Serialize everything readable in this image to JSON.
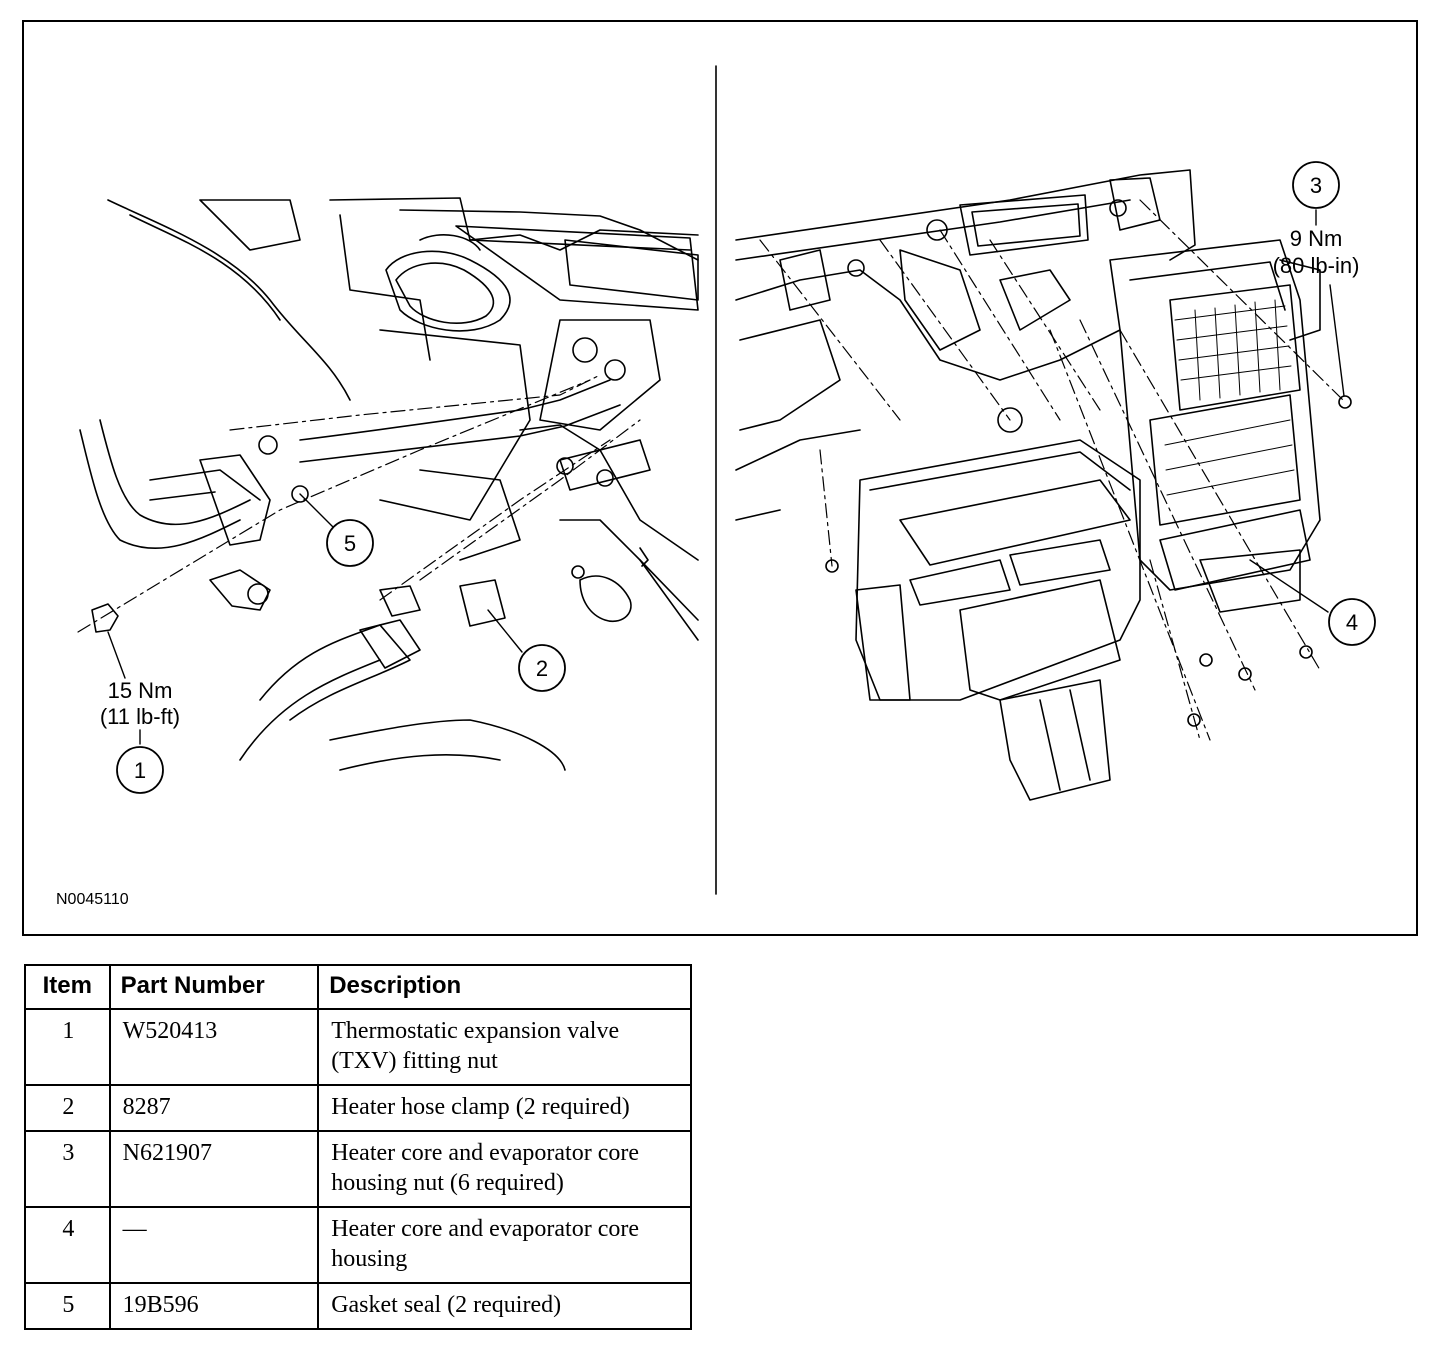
{
  "figure": {
    "id": "N0045110",
    "callouts": [
      {
        "num": "1",
        "torque": [
          "15 Nm",
          "(11 lb-ft)"
        ]
      },
      {
        "num": "2"
      },
      {
        "num": "3",
        "torque": [
          "9 Nm",
          "(80 lb-in)"
        ]
      },
      {
        "num": "4"
      },
      {
        "num": "5"
      }
    ]
  },
  "table": {
    "headers": [
      "Item",
      "Part Number",
      "Description"
    ],
    "rows": [
      {
        "item": "1",
        "part": "W520413",
        "desc": "Thermostatic expansion valve (TXV) fitting nut"
      },
      {
        "item": "2",
        "part": "8287",
        "desc": "Heater hose clamp (2 required)"
      },
      {
        "item": "3",
        "part": "N621907",
        "desc": "Heater core and evaporator core housing nut (6 required)"
      },
      {
        "item": "4",
        "part": "—",
        "desc": "Heater core and evaporator core housing"
      },
      {
        "item": "5",
        "part": "19B596",
        "desc": "Gasket seal (2 required)"
      }
    ]
  }
}
